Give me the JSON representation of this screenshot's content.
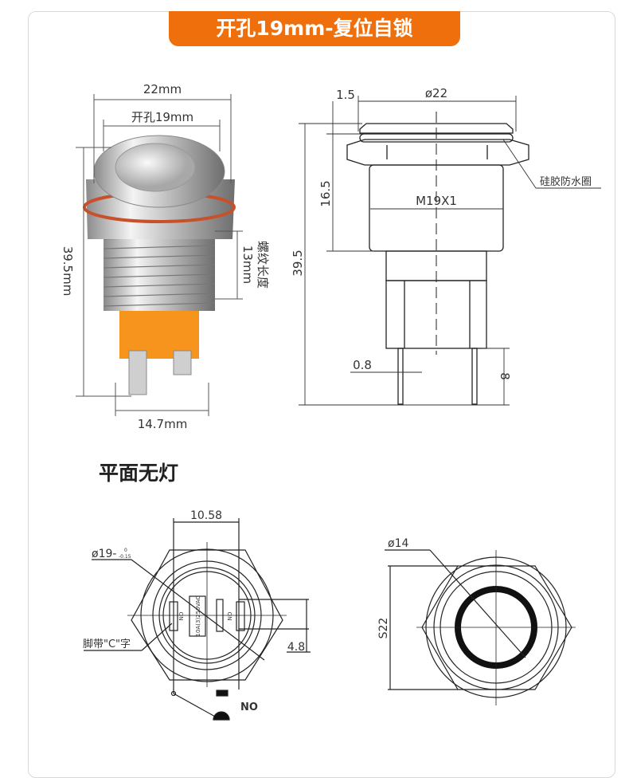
{
  "header": {
    "title": "开孔19mm-复位自锁"
  },
  "photo_dims": {
    "width": "22mm",
    "hole": "开孔19mm",
    "height": "39.5mm",
    "thread_value": "13mm",
    "thread_label": "螺纹长度",
    "base_width": "14.7mm"
  },
  "side_view": {
    "top_offset": "1.5",
    "diameter": "ø22",
    "thread": "M19X1",
    "thread_length": "16.5",
    "total_length": "39.5",
    "pin_width": "0.8",
    "pin_length": "8",
    "seal_label": "硅胶防水圈"
  },
  "section_title": "平面无灯",
  "bottom_view": {
    "width": "10.58",
    "diameter": "ø19-",
    "tol_upper": "0",
    "tol_lower": "-0.15",
    "pin_label": "脚带\"C\"字",
    "pin_spacing": "4.8",
    "pin_no_left": "NO",
    "pin_no_right": "NO",
    "rating": "10A(3)250VAC",
    "symbol_label": "NO"
  },
  "front_view": {
    "diameter": "ø14",
    "hex": "S22"
  },
  "colors": {
    "accent": "#ee6f0b",
    "base": "#f7941d",
    "oring": "#c8502a"
  }
}
